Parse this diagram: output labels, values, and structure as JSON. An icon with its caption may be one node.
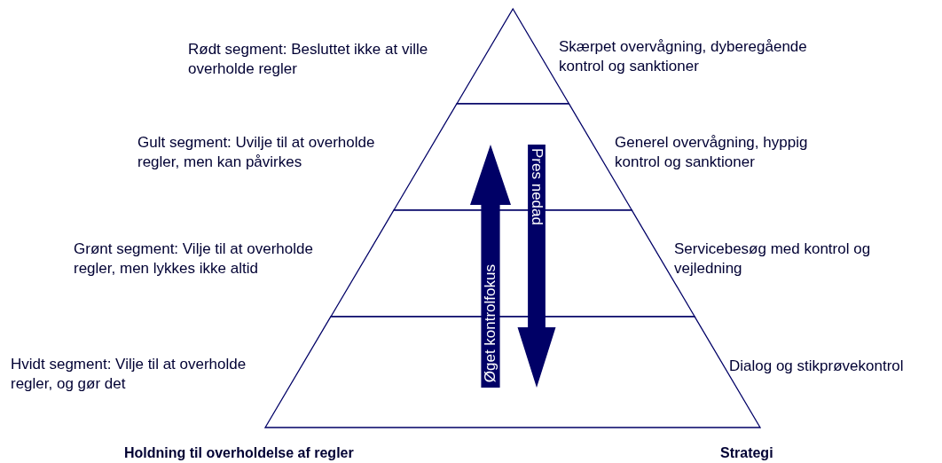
{
  "diagram": {
    "nodes": [
      {
        "text": [],
        "shape": "triangle",
        "beside": [
          "Rødt segment: Besluttet ikke at ville overholde regler",
          "Skærpet overvågning, dyberegående kontrol og sanktioner"
        ]
      },
      {
        "text": [],
        "shape": "band",
        "beside": [
          "Gult segment: Uvilje til at overholde regler, men kan påvirkes",
          "Generel overvågning, hyppig kontrol og sanktioner"
        ]
      },
      {
        "text": [],
        "shape": "band",
        "beside": [
          "Grønt segment: Vilje til at overholde regler, men lykkes ikke altid",
          "Servicebesøg med kontrol og vejledning"
        ]
      },
      {
        "text": [],
        "shape": "band",
        "beside": [
          "Hvidt segment: Vilje til at overholde regler, og gør det",
          "Dialog og stikprøvekontrol"
        ]
      }
    ],
    "edges": [
      {
        "from": 3,
        "to": 1,
        "arrow": "to",
        "label": "Øget kontrolfokus"
      },
      {
        "from": 1,
        "to": 3,
        "arrow": "to",
        "label": "Pres nedad"
      }
    ],
    "labels": [
      "Holdning til overholdelse af regler",
      "Strategi"
    ]
  }
}
